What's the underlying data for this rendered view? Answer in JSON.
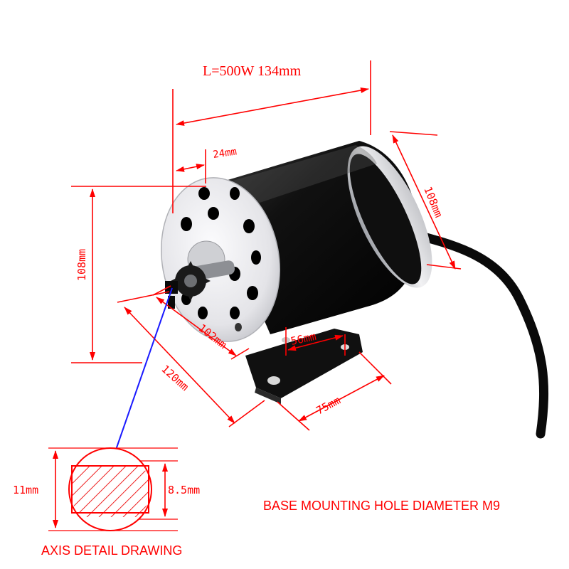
{
  "title": "L=500W   134mm",
  "dimensions": {
    "shaft_offset": "24mm",
    "length": "134mm",
    "diameter_right": "108mm",
    "height_left": "108mm",
    "flange_depth": "102mm",
    "base_length": "120mm",
    "hole_spacing": "56mm",
    "base_width": "75mm"
  },
  "axis_detail": {
    "outer_diameter": "11mm",
    "flat_width": "8.5mm",
    "caption": "AXIS DETAIL DRAWING"
  },
  "note": "BASE MOUNTING HOLE DIAMETER M9",
  "colors": {
    "dimension": "#ff0000",
    "leader": "#1a1aff",
    "motor_body": "#0d0d0d",
    "flange": "#e8e8ea",
    "hatch": "#ee2222"
  }
}
